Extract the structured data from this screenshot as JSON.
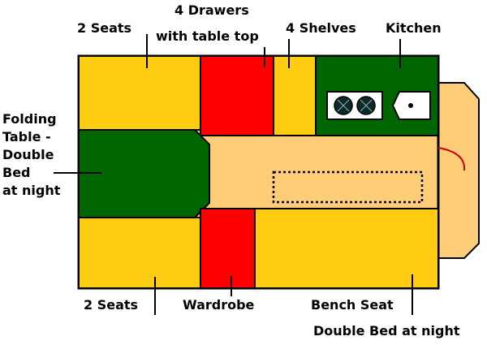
{
  "labels": {
    "two_seats_top": "2 Seats",
    "drawers_line1": "4 Drawers",
    "drawers_line2": "with table top",
    "shelves": "4 Shelves",
    "kitchen": "Kitchen",
    "folding_line1": "Folding",
    "folding_line2": "Table -",
    "folding_line3": "Double",
    "folding_line4": "Bed",
    "folding_line5": "at night",
    "two_seats_bottom": "2 Seats",
    "wardrobe": "Wardrobe",
    "bench_seat": "Bench Seat",
    "bench_bed": "Double Bed at night"
  },
  "colors": {
    "seat_yellow": "#FFCC11",
    "drawer_red": "#FF0000",
    "table_green": "#006600",
    "floor_tan": "#FFCC77",
    "outline": "#000000",
    "hob_white": "#FFFFFF"
  }
}
